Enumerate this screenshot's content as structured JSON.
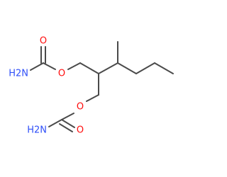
{
  "molecule": {
    "atoms": [
      {
        "id": "O1",
        "symbol": "O",
        "label": "O",
        "color": "#ff0d0d"
      },
      {
        "id": "N1",
        "symbol": "N",
        "label": "H2N",
        "color": "#3050f8"
      },
      {
        "id": "O2",
        "symbol": "O",
        "label": "O",
        "color": "#ff0d0d"
      },
      {
        "id": "O3",
        "symbol": "O",
        "label": "O",
        "color": "#ff0d0d"
      },
      {
        "id": "N2",
        "symbol": "N",
        "label": "H2N",
        "color": "#3050f8"
      },
      {
        "id": "O4",
        "symbol": "O",
        "label": "O",
        "color": "#ff0d0d"
      }
    ],
    "bond_color": "#4a4a4a"
  }
}
